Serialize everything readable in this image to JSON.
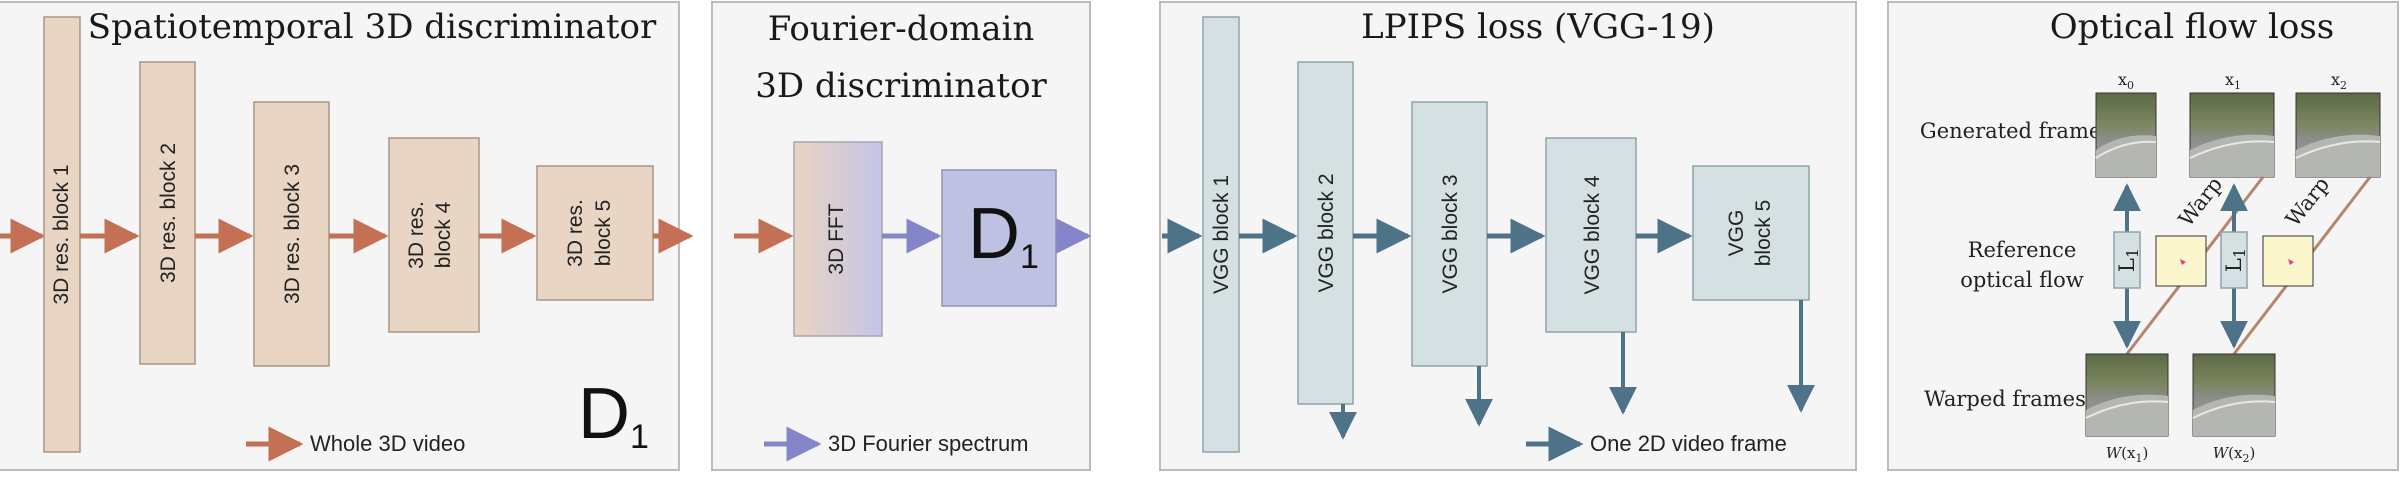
{
  "colors": {
    "arrow_orange": "#c37055",
    "arrow_purple": "#8486c9",
    "arrow_blue": "#4e7389",
    "beige": "#e8d5c3",
    "tan_block_stroke": "#a89684",
    "lavender": "#bec1e2",
    "vgg_fill": "#d4e0e2",
    "vgg_stroke": "#8fa3aa",
    "panel_fill": "#f5f5f5",
    "panel_stroke": "#bcbcbc",
    "warp_link": "#b5866c",
    "flow_box": "#fbf6cc"
  },
  "panel1": {
    "title": "Spatiotemporal 3D discriminator",
    "blocks": [
      {
        "l1": "3D res. block 1",
        "l2": ""
      },
      {
        "l1": "3D res. block 2",
        "l2": ""
      },
      {
        "l1": "3D res. block 3",
        "l2": ""
      },
      {
        "l1": "3D res.",
        "l2": "block 4"
      },
      {
        "l1": "3D res.",
        "l2": "block 5"
      }
    ],
    "legend": "Whole 3D video",
    "d_symbol": "D",
    "d_subscript": "1"
  },
  "panel2": {
    "title_line1": "Fourier-domain",
    "title_line2": "3D discriminator",
    "fft_label": "3D FFT",
    "d_symbol": "D",
    "d_subscript": "1",
    "legend": "3D Fourier spectrum"
  },
  "panel3": {
    "title": "LPIPS loss (VGG-19)",
    "blocks": [
      {
        "l1": "VGG block 1",
        "l2": ""
      },
      {
        "l1": "VGG block 2",
        "l2": ""
      },
      {
        "l1": "VGG block 3",
        "l2": ""
      },
      {
        "l1": "VGG block 4",
        "l2": ""
      },
      {
        "l1": "VGG",
        "l2": "block 5"
      }
    ],
    "legend": "One 2D video frame"
  },
  "panel4": {
    "title": "Optical flow loss",
    "row_generated": "Generated frames",
    "row_reference_1": "Reference",
    "row_reference_2": "optical flow",
    "row_warped": "Warped frames",
    "frames": [
      {
        "base": "x",
        "sub": "0"
      },
      {
        "base": "x",
        "sub": "1"
      },
      {
        "base": "x",
        "sub": "2"
      }
    ],
    "l1_base": "L",
    "l1_sub": "1",
    "warp_label": "Warp",
    "warped": [
      {
        "fn": "W",
        "open": "(x",
        "sub": "1",
        "close": ")"
      },
      {
        "fn": "W",
        "open": "(x",
        "sub": "2",
        "close": ")"
      }
    ]
  }
}
